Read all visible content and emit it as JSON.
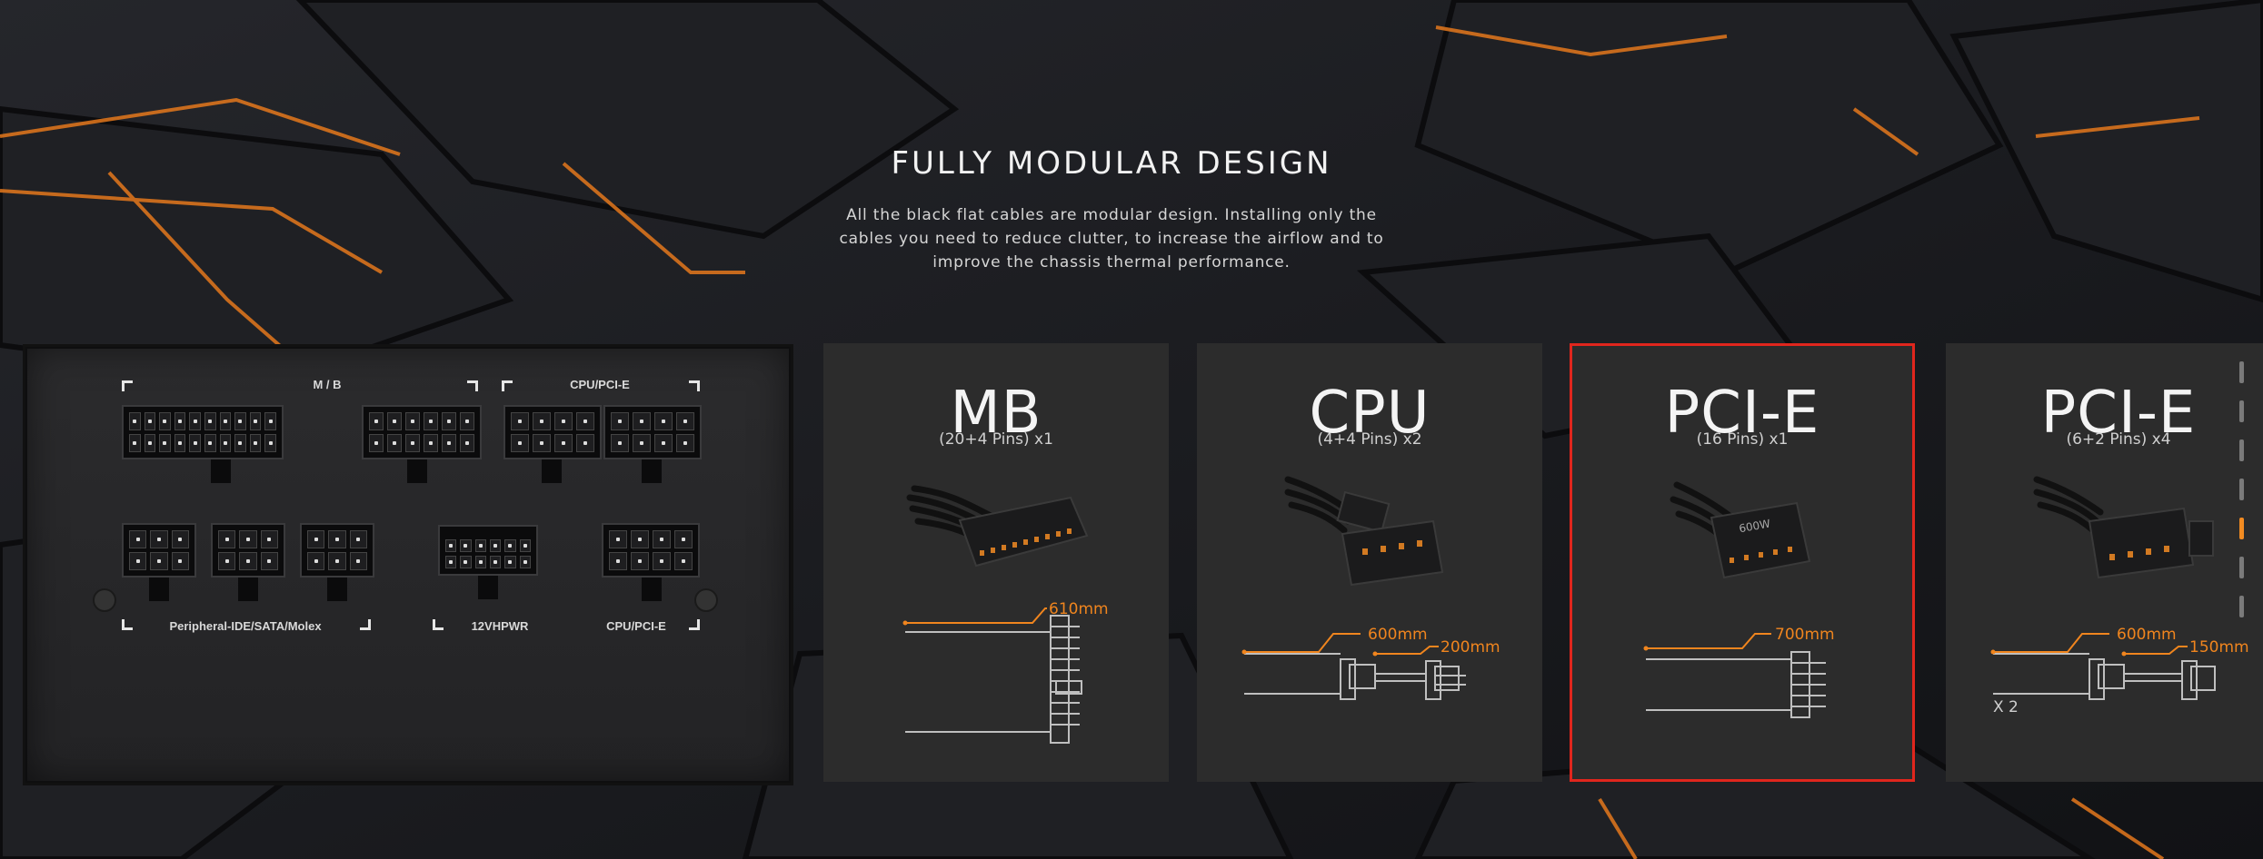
{
  "section": {
    "title": "FULLY MODULAR DESIGN",
    "description": "All the black flat cables are modular design. Installing only the cables you need to reduce clutter, to increase the airflow and to improve the chassis thermal performance."
  },
  "psu_panel": {
    "labels": {
      "mb": "M / B",
      "cpu_pcie_top": "CPU/PCI-E",
      "peripheral": "Peripheral-IDE/SATA/Molex",
      "hpwr": "12VHPWR",
      "cpu_pcie_bottom": "CPU/PCI-E"
    }
  },
  "cards": [
    {
      "title": "MB",
      "subtitle": "(20+4 Pins) x1",
      "lengths": [
        "610mm"
      ],
      "selected": false
    },
    {
      "title": "CPU",
      "subtitle": "(4+4 Pins) x2",
      "lengths": [
        "600mm",
        "200mm"
      ],
      "selected": false
    },
    {
      "title": "PCI-E",
      "subtitle": "(16 Pins) x1",
      "lengths": [
        "700mm"
      ],
      "connector_mark": "600W",
      "selected": true
    },
    {
      "title": "PCI-E",
      "subtitle": "(6+2 Pins) x4",
      "lengths": [
        "600mm",
        "150mm"
      ],
      "multiplier": "X 2",
      "selected": false
    }
  ],
  "scroll_indicator": {
    "count": 7,
    "active_index": 4
  },
  "colors": {
    "accent": "#f0851e",
    "selected_border": "#e0261d",
    "card_bg": "#2c2c2c"
  }
}
